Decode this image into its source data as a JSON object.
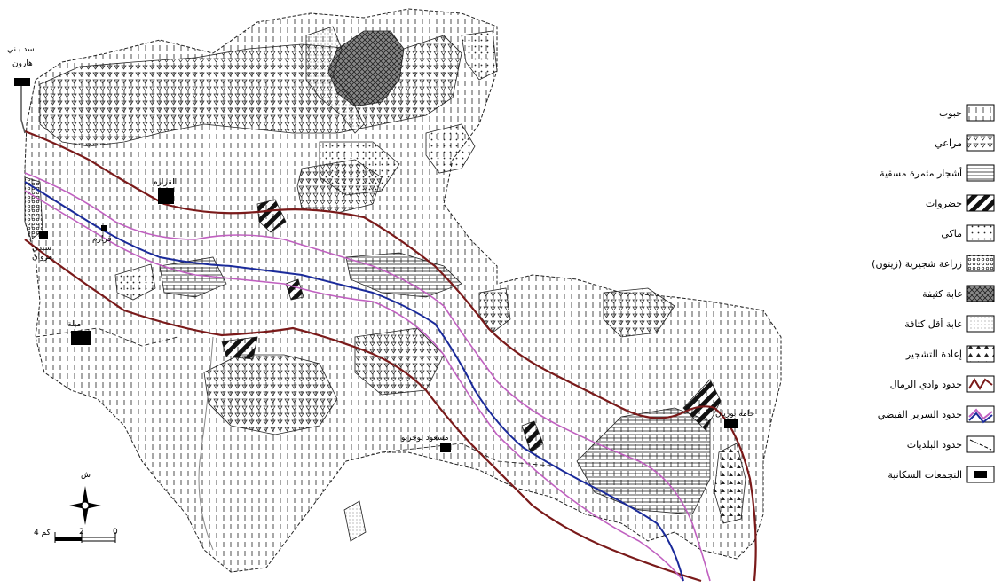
{
  "map": {
    "places": {
      "dam": "سد بـني",
      "dam2": "هارون",
      "qararem": "القرارم",
      "grarem": "قرارم",
      "sidi_merouane": "سيدي",
      "sidi_merouane2": "مروان",
      "mila": "ميلة",
      "messaoud": "مسعود بوجريو",
      "hamma": "حامة بوزيان"
    },
    "north_label": "ش",
    "scale": {
      "label": "4 كم",
      "mid": "2",
      "zero": "0"
    }
  },
  "legend": {
    "items": [
      {
        "label": "حبوب",
        "pattern": "cereals"
      },
      {
        "label": "مراعي",
        "pattern": "pasture"
      },
      {
        "label": "أشجار مثمرة مسقية",
        "pattern": "orchards"
      },
      {
        "label": "خضروات",
        "pattern": "vegetables"
      },
      {
        "label": "ماكي",
        "pattern": "maquis"
      },
      {
        "label": "زراعة شجيرية (زيتون)",
        "pattern": "olive"
      },
      {
        "label": "غابة كثيفة",
        "pattern": "denseforest"
      },
      {
        "label": "غابة أقل كثافة",
        "pattern": "sparseforest"
      },
      {
        "label": "إعادة التشجير",
        "pattern": "reforest"
      },
      {
        "label": "حدود وادي الرمال",
        "pattern": "line-rhumel"
      },
      {
        "label": "حدود السرير الفيضي",
        "pattern": "line-flood"
      },
      {
        "label": "حدود البلديات",
        "pattern": "line-commune"
      },
      {
        "label": "التجمعات السكانية",
        "pattern": "settlement"
      }
    ]
  },
  "colors": {
    "rhumel_boundary": "#7a1a1a",
    "flood_boundary_purple": "#c060c0",
    "river_blue": "#1a2a9a"
  }
}
